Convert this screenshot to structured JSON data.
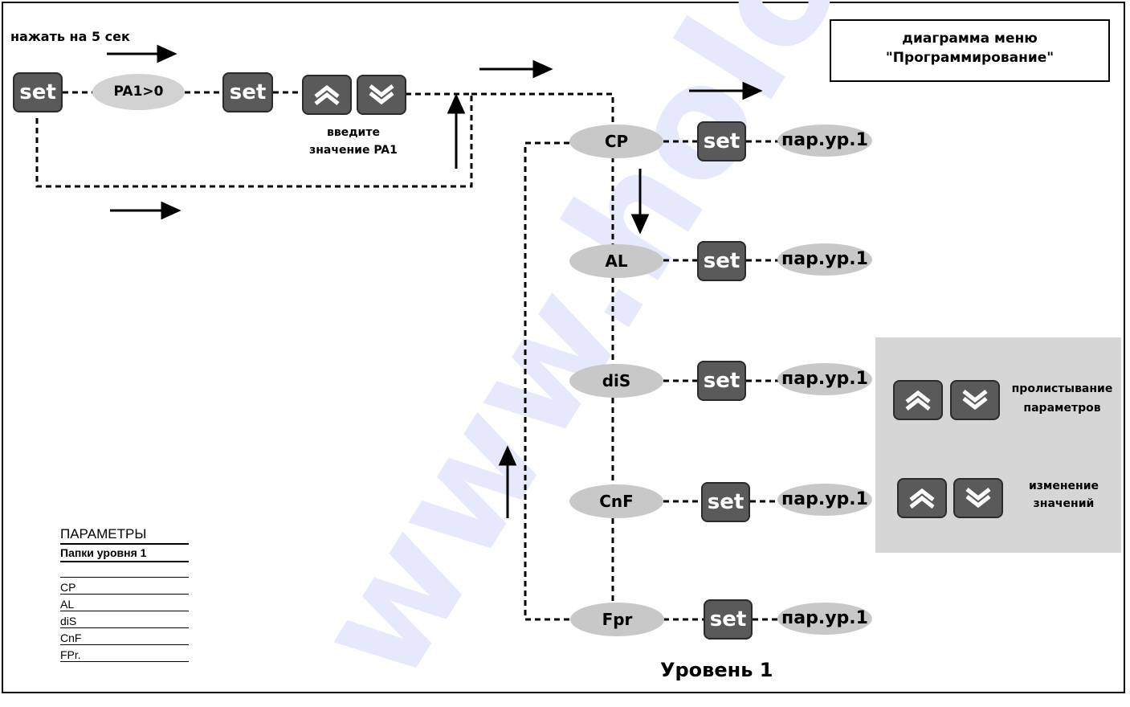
{
  "header": {
    "press_5s": "нажать на 5 сек",
    "title_line1": "диаграмма меню",
    "title_line2": "\"Программирование\""
  },
  "entry": {
    "set_label": "set",
    "pa_label": "PA1>0",
    "enter_value_line1": "введите",
    "enter_value_line2": "значение PA1"
  },
  "folders": [
    {
      "name": "CP",
      "set": "set",
      "param": "пар.ур.1"
    },
    {
      "name": "AL",
      "set": "set",
      "param": "пар.ур.1"
    },
    {
      "name": "diS",
      "set": "set",
      "param": "пар.ур.1"
    },
    {
      "name": "CnF",
      "set": "set",
      "param": "пар.ур.1"
    },
    {
      "name": "Fpr",
      "set": "set",
      "param": "пар.ур.1"
    }
  ],
  "side_panel": {
    "scroll_line1": "пролистывание",
    "scroll_line2": "параметров",
    "change_line1": "изменение",
    "change_line2": "значений"
  },
  "legend": {
    "title": "ПАРАМЕТРЫ",
    "subtitle": "Папки уровня 1",
    "items": [
      "CP",
      "AL",
      "diS",
      "CnF",
      "FPr."
    ]
  },
  "level_title": "Уровень 1",
  "watermark_text": "www.holod",
  "icons": [
    "up-arrow-icon",
    "down-arrow-icon"
  ],
  "colors": {
    "button": "#5a5a5a",
    "pill": "#c8c8c8",
    "panel": "#d6d6d6",
    "watermark": "#1f2bd6"
  }
}
